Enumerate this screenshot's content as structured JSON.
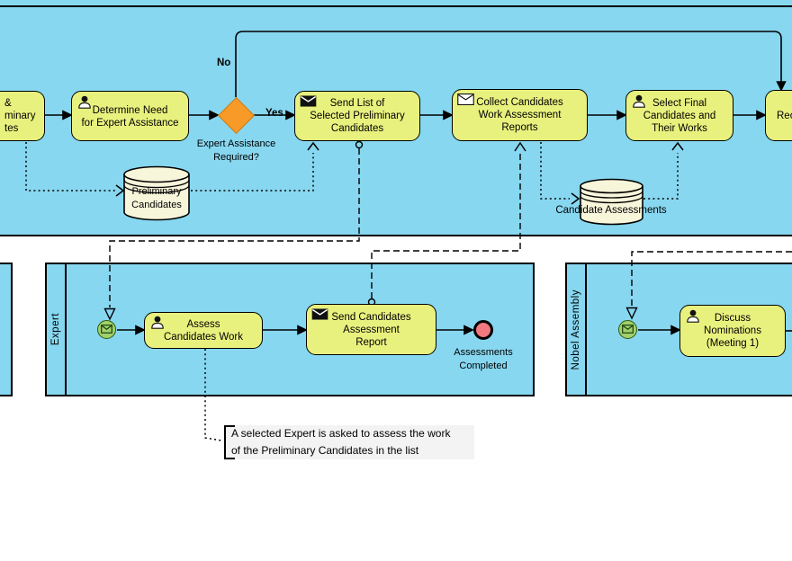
{
  "colors": {
    "pool_fill": "#87d7f0",
    "task_fill": "#e9f17e",
    "gateway_fill": "#f89a28",
    "start_event_fill": "#a2d06a",
    "end_event_fill": "#f0787f",
    "datastore_fill": "#f7f5da",
    "annotation_fill": "#f3f3f3",
    "line_color": "#000000"
  },
  "icons": {
    "user_task": "user-icon",
    "send_task": "filled-envelope-icon",
    "receive_task": "outline-envelope-icon",
    "message_start_event": "envelope-icon"
  },
  "top_pool": {
    "partial_left_task": "&\nminary\ntes",
    "task_determine": "Determine Need\nfor Expert Assistance",
    "branch_no": "No",
    "branch_yes": "Yes",
    "gateway_question": "Expert Assistance\nRequired?",
    "task_send_list": "Send List of\nSelected Preliminary\nCandidates",
    "task_collect": "Collect Candidates\nWork Assessment\nReports",
    "task_select_final": "Select Final\nCandidates and\nTheir Works",
    "partial_right_task": "Rec",
    "datastore_preliminary": "Preliminary\nCandidates",
    "datastore_assessments": "Candidate Assessments"
  },
  "expert_pool": {
    "lane_label": "Expert",
    "task_assess": "Assess\nCandidates Work",
    "task_send_report": "Send Candidates\nAssessment\nReport",
    "end_event_label": "Assessments\nCompleted"
  },
  "nobel_pool": {
    "lane_label": "Nobel Assembly",
    "task_discuss": "Discuss\nNominations\n(Meeting 1)"
  },
  "annotation": {
    "text": "A selected Expert is asked to assess the work\nof the Preliminary Candidates in the list"
  }
}
